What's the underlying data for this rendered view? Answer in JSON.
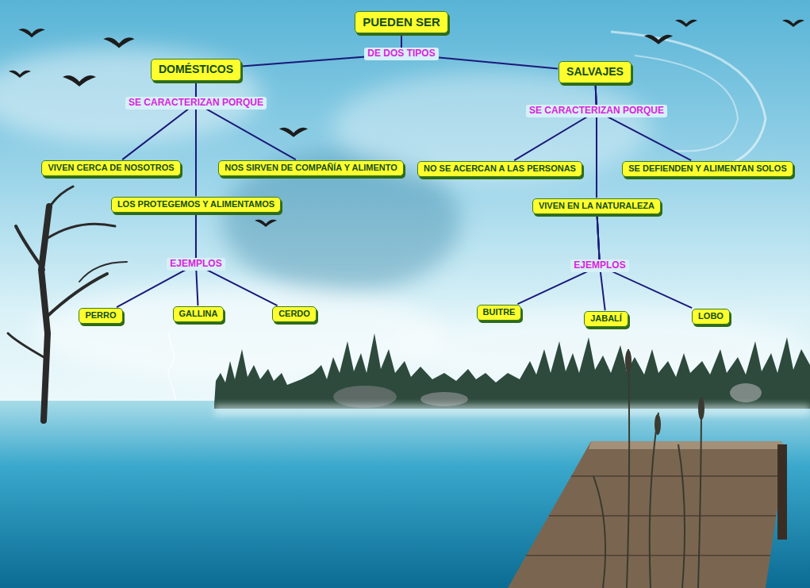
{
  "diagram": {
    "nodes": [
      {
        "text": [
          "PUEDEN SER"
        ]
      },
      {
        "text": [
          "DOMÉSTICOS"
        ]
      },
      {
        "text": [
          "SALVAJES"
        ]
      },
      {
        "text": [
          "VIVEN CERCA DE NOSOTROS"
        ]
      },
      {
        "text": [
          "NOS SIRVEN DE COMPAÑÍA Y ALIMENTO"
        ]
      },
      {
        "text": [
          "NO SE ACERCAN A LAS PERSONAS"
        ]
      },
      {
        "text": [
          "SE DEFIENDEN Y ALIMENTAN SOLOS"
        ]
      },
      {
        "text": [
          "LOS PROTEGEMOS Y ALIMENTAMOS"
        ]
      },
      {
        "text": [
          "VIVEN EN LA NATURALEZA"
        ]
      },
      {
        "text": [
          "PERRO"
        ]
      },
      {
        "text": [
          "GALLINA"
        ]
      },
      {
        "text": [
          "CERDO"
        ]
      },
      {
        "text": [
          "BUITRE"
        ]
      },
      {
        "text": [
          "JABALÍ"
        ]
      },
      {
        "text": [
          "LOBO"
        ]
      }
    ],
    "edges": [
      {
        "from": 0,
        "to": 1,
        "arrow": "none",
        "label": "DE DOS TIPOS"
      },
      {
        "from": 0,
        "to": 2,
        "arrow": "none"
      },
      {
        "from": 1,
        "to": 3,
        "arrow": "none",
        "label": "SE CARACTERIZAN PORQUE"
      },
      {
        "from": 1,
        "to": 4,
        "arrow": "none"
      },
      {
        "from": 1,
        "to": 7,
        "arrow": "none"
      },
      {
        "from": 2,
        "to": 5,
        "arrow": "none",
        "label": "SE CARACTERIZAN PORQUE"
      },
      {
        "from": 2,
        "to": 6,
        "arrow": "none"
      },
      {
        "from": 2,
        "to": 8,
        "arrow": "none"
      },
      {
        "from": 7,
        "to": 9,
        "arrow": "none",
        "label": "EJEMPLOS"
      },
      {
        "from": 7,
        "to": 10,
        "arrow": "none"
      },
      {
        "from": 7,
        "to": 11,
        "arrow": "none"
      },
      {
        "from": 8,
        "to": 12,
        "arrow": "none",
        "label": "EJEMPLOS"
      },
      {
        "from": 8,
        "to": 13,
        "arrow": "none"
      },
      {
        "from": 8,
        "to": 14,
        "arrow": "none"
      }
    ]
  }
}
